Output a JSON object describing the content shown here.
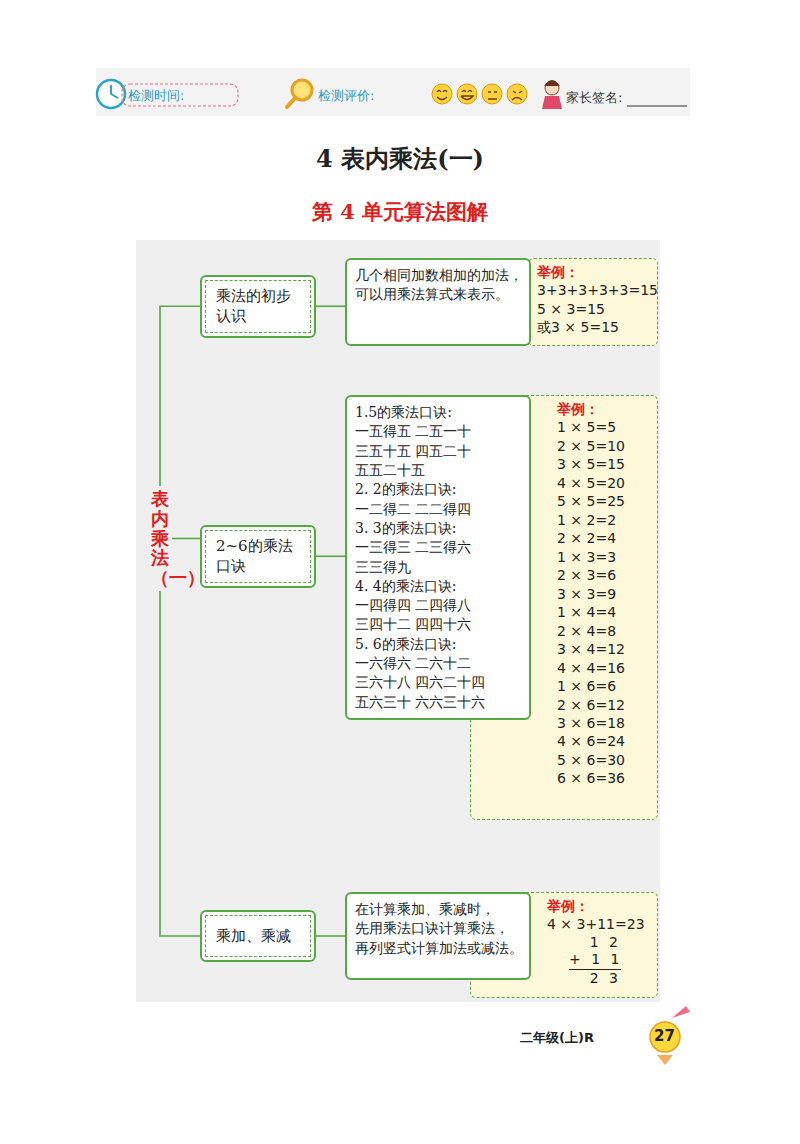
{
  "diagram": {
    "title": "4 表内乘法(一)",
    "nodes": [
      {
        "text": [
          "表内乘法（一）"
        ]
      },
      {
        "text": [
          "乘法的初步认识"
        ]
      },
      {
        "text": [
          "几个相同加数相加的加法，可以用乘法算式来表示。"
        ]
      },
      {
        "text": [
          "举例：",
          "3+3+3+3+3=15",
          "5 × 3=15",
          "或3 × 5=15"
        ]
      },
      {
        "text": [
          "2~6的乘法口诀"
        ]
      },
      {
        "text": [
          "1.5的乘法口诀:",
          "一五得五 二五一十 三五十五 四五二十 五五二十五",
          "2. 2的乘法口诀:",
          "一二得二 二二得四",
          "3. 3的乘法口诀:",
          "一三得三 二三得六 三三得九",
          "4. 4的乘法口诀:",
          "一四得四 二四得八 三四十二 四四十六",
          "5. 6的乘法口诀:",
          "一六得六 二六十二 三六十八 四六二十四 五六三十 六六三十六"
        ]
      },
      {
        "text": [
          "举例：",
          "1 × 5=5",
          "2 × 5=10",
          "3 × 5=15",
          "4 × 5=20",
          "5 × 5=25",
          "1 × 2=2",
          "2 × 2=4",
          "1 × 3=3",
          "2 × 3=6",
          "3 × 3=9",
          "1 × 4=4",
          "2 × 4=8",
          "3 × 4=12",
          "4 × 4=16",
          "1 × 6=6",
          "2 × 6=12",
          "3 × 6=18",
          "4 × 6=24",
          "5 × 6=30",
          "6 × 6=36"
        ]
      },
      {
        "text": [
          "乘加、乘减"
        ]
      },
      {
        "text": [
          "在计算乘加、乘减时，先用乘法口诀计算乘法，再列竖式计算加法或减法。"
        ]
      },
      {
        "text": [
          "举例：",
          "4 × 3+11=23",
          "1 2",
          "+ 1 1",
          "2 3"
        ]
      }
    ],
    "edges": [
      {
        "from": 0,
        "to": 1,
        "arrow": "none"
      },
      {
        "from": 0,
        "to": 4,
        "arrow": "none"
      },
      {
        "from": 0,
        "to": 7,
        "arrow": "none"
      },
      {
        "from": 1,
        "to": 2,
        "arrow": "none"
      },
      {
        "from": 4,
        "to": 5,
        "arrow": "none"
      },
      {
        "from": 7,
        "to": 8,
        "arrow": "none"
      }
    ],
    "labels": [
      "检测时间:",
      "检测评价:",
      "家长签名:",
      "第 4 单元算法图解",
      "二年级(上)R",
      "27"
    ]
  }
}
